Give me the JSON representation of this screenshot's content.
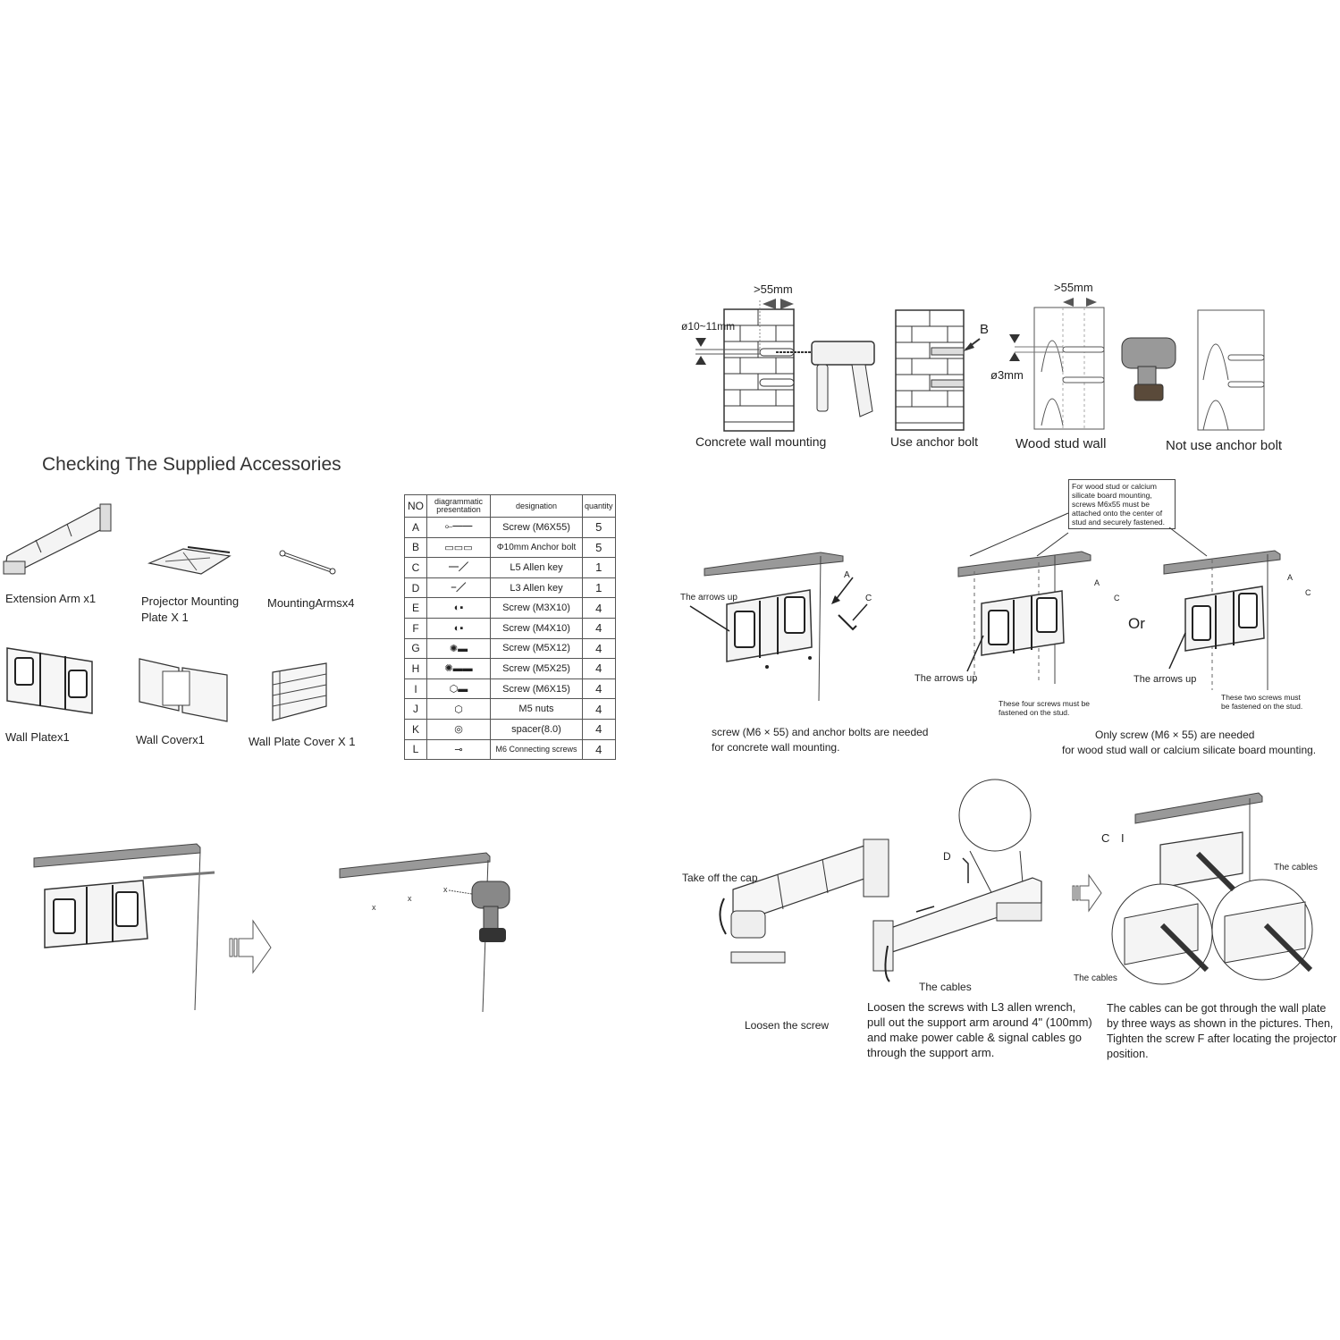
{
  "left_page": {
    "title": "Checking The Supplied Accessories",
    "accessories": [
      {
        "name": "Extension Arm x1"
      },
      {
        "name": "Projector Mounting",
        "name2": "Plate X 1"
      },
      {
        "name": "MountingArmsx4"
      },
      {
        "name": "Wall Platex1"
      },
      {
        "name": "Wall  Coverx1"
      },
      {
        "name": "Wall Plate Cover X 1"
      }
    ],
    "parts_table": {
      "headers": [
        "NO",
        "diagrammatic presentation",
        "designation",
        "quantity"
      ],
      "rows": [
        {
          "no": "A",
          "icon": "long-screw-icon",
          "designation": "Screw (M6X55)",
          "quantity": "5"
        },
        {
          "no": "B",
          "icon": "anchor-bolt-icon",
          "designation": "Φ10mm Anchor bolt",
          "quantity": "5"
        },
        {
          "no": "C",
          "icon": "allen-key-icon",
          "designation": "L5 Allen key",
          "quantity": "1"
        },
        {
          "no": "D",
          "icon": "allen-key-small-icon",
          "designation": "L3 Allen key",
          "quantity": "1"
        },
        {
          "no": "E",
          "icon": "short-screw-icon",
          "designation": "Screw (M3X10)",
          "quantity": "4"
        },
        {
          "no": "F",
          "icon": "short-screw-icon",
          "designation": "Screw (M4X10)",
          "quantity": "4"
        },
        {
          "no": "G",
          "icon": "flange-screw-icon",
          "designation": "Screw (M5X12)",
          "quantity": "4"
        },
        {
          "no": "H",
          "icon": "flange-screw-long-icon",
          "designation": "Screw (M5X25)",
          "quantity": "4"
        },
        {
          "no": "I",
          "icon": "hex-screw-icon",
          "designation": "Screw (M6X15)",
          "quantity": "4"
        },
        {
          "no": "J",
          "icon": "nut-icon",
          "designation": "M5 nuts",
          "quantity": "4"
        },
        {
          "no": "K",
          "icon": "spacer-icon",
          "designation": "spacer(8.0)",
          "quantity": "4"
        },
        {
          "no": "L",
          "icon": "connecting-screw-icon",
          "designation": "M6 Connecting screws",
          "quantity": "4"
        }
      ]
    }
  },
  "right_page": {
    "drilling": {
      "dim_55_a": ">55mm",
      "dia_10_11": "ø10~11mm",
      "label_b": "B",
      "dim_55_b": ">55mm",
      "dia_3": "ø3mm",
      "captions": [
        "Concrete wall mounting",
        "Use anchor bolt",
        "Wood  stud  wall",
        "Not use anchor bolt"
      ]
    },
    "mounting": {
      "callout": "For wood stud  or calcium silicate board mounting, screws M6x55 must be attached onto the center of stud and securely fastened.",
      "arrows_up": "The arrows up",
      "label_a": "A",
      "label_c": "C",
      "or": "Or",
      "four_screws_note": "These four screws must be fastened on the stud.",
      "two_screws_note": "These two screws must be fastened on the stud.",
      "concrete_note_1": "screw (M6 × 55) and anchor bolts are needed",
      "concrete_note_2": "for concrete wall mounting.",
      "wood_note_1": "Only screw (M6 × 55) are needed",
      "wood_note_2": "for  wood stud wall or calcium silicate board mounting."
    },
    "arm": {
      "take_off_cap": "Take off the cap",
      "loosen_screw": "Loosen the screw",
      "label_d": "D",
      "the_cables": "The cables",
      "instructions": [
        "Loosen the screws with L3 allen wrench,",
        "pull out the support arm around 4\" (100mm)",
        "and make power cable & signal cables go",
        "through the support arm."
      ],
      "label_c": "C",
      "label_i": "I",
      "cables_right": "The cables",
      "cables_left": "The cables",
      "final_instructions": [
        "The cables can be got through the wall plate",
        "by three ways as shown in the pictures. Then,",
        "Tighten the screw  F  after locating the projector",
        "position."
      ]
    }
  }
}
